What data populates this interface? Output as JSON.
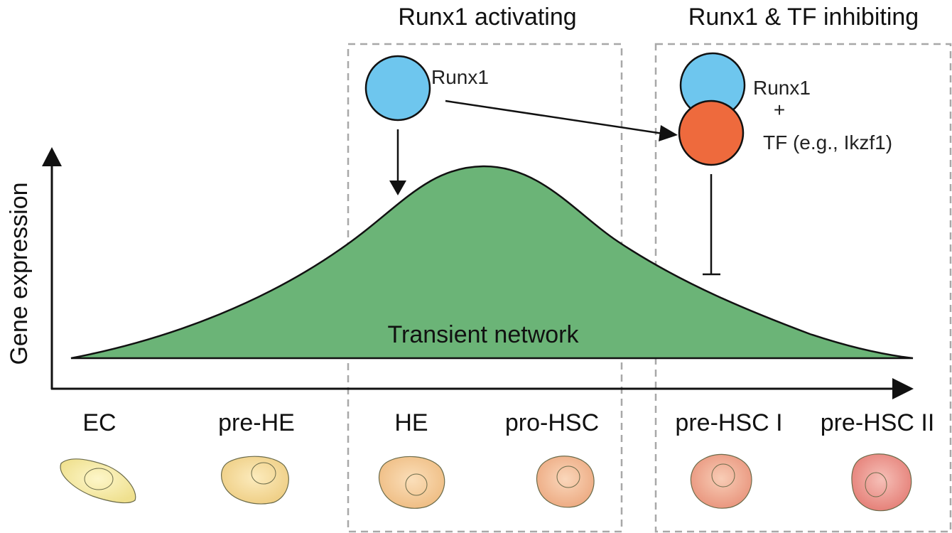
{
  "diagram": {
    "y_axis_label": "Gene expression",
    "curve_label": "Transient network",
    "boxes": {
      "activating_title": "Runx1 activating",
      "inhibiting_title": "Runx1 & TF inhibiting"
    },
    "activating_factor": {
      "label": "Runx1",
      "color": "#6ec6ee"
    },
    "inhibiting_complex": {
      "label_top": "Runx1",
      "plus": "+",
      "label_bottom": "TF (e.g., Ikzf1)",
      "color_top": "#6ec6ee",
      "color_bottom": "#ee6a3d"
    },
    "curve_color": "#6bb477",
    "stages": [
      "EC",
      "pre-HE",
      "HE",
      "pro-HSC",
      "pre-HSC I",
      "pre-HSC II"
    ],
    "cell_colors": [
      "#f2e49a",
      "#f2d58f",
      "#f1c38c",
      "#efb388",
      "#eba085",
      "#e98a80"
    ]
  }
}
